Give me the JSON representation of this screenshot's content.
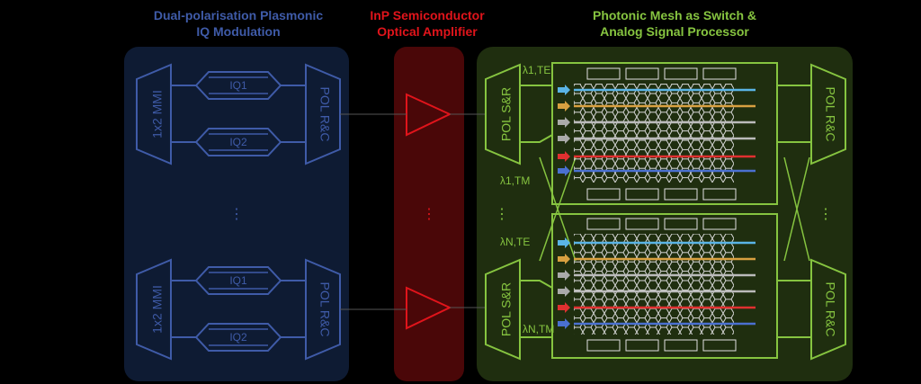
{
  "titles": {
    "plasmonic": {
      "line1": "Dual-polarisation Plasmonic",
      "line2": "IQ Modulation"
    },
    "soa": {
      "line1": "InP Semiconductor",
      "line2": "Optical Amplifier"
    },
    "mesh": {
      "line1": "Photonic Mesh as Switch &",
      "line2": "Analog Signal Processor"
    }
  },
  "labels": {
    "mmi": "1x2 MMI",
    "iq1": "IQ1",
    "iq2": "IQ2",
    "pol_rc": "POL R&C",
    "pol_sr": "POL S&R",
    "ellipsis": "⋮",
    "lambda_1_te": "λ1,TE",
    "lambda_1_tm": "λ1,TM",
    "lambda_n_te": "λN,TE",
    "lambda_n_tm": "λN,TM"
  },
  "colors": {
    "blue": "#3f5ba8",
    "blue_bg": "#0e1b33",
    "red": "#e0141b",
    "red_bg": "#4a0708",
    "green": "#86c440",
    "green_bg": "#1f2e0f"
  }
}
